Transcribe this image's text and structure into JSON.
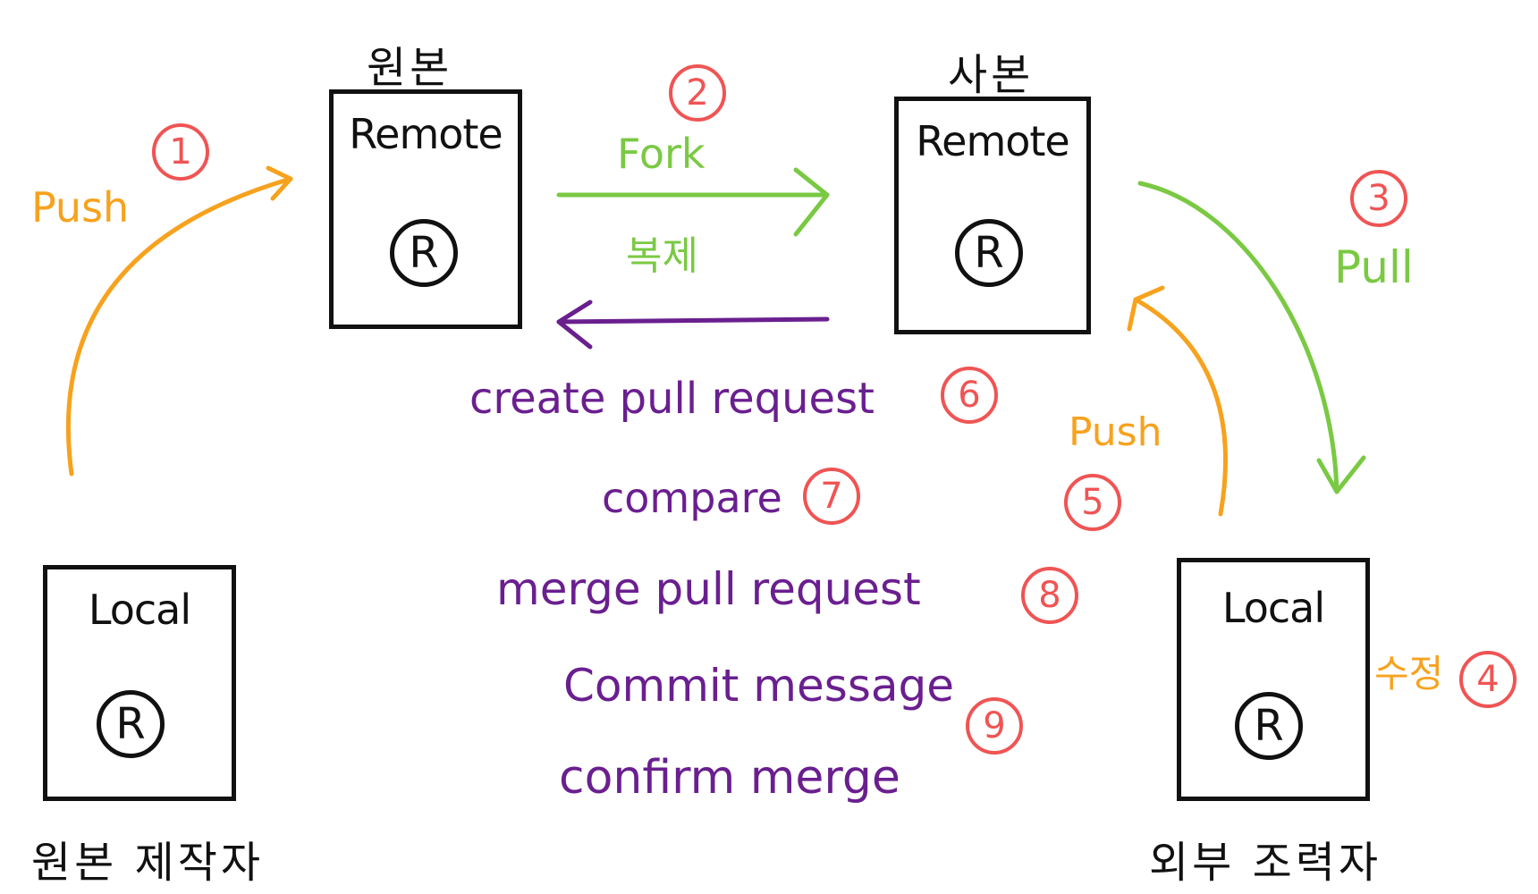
{
  "owner_side": {
    "remote_header": "원본",
    "remote_title": "Remote",
    "local_title": "Local",
    "role": "원본 제작자"
  },
  "contributor_side": {
    "remote_header": "사본",
    "remote_title": "Remote",
    "local_title": "Local",
    "role": "외부 조력자"
  },
  "repo_mark": "R",
  "arrows": {
    "push_owner": "Push",
    "fork": "Fork",
    "fork_korean": "복제",
    "pull": "Pull",
    "push_contributor": "Push",
    "edit": "수정"
  },
  "steps": [
    "1",
    "2",
    "3",
    "4",
    "5",
    "6",
    "7",
    "8",
    "9"
  ],
  "pr_flow": {
    "create": "create pull request",
    "compare": "compare",
    "merge": "merge pull request",
    "commit": "Commit message",
    "confirm": "confirm merge"
  },
  "colors": {
    "fork_pull": "#7ac943",
    "push": "#f7a21e",
    "pull_request": "#6a1f8f",
    "step_circle": "#f05454",
    "box": "#111111"
  }
}
